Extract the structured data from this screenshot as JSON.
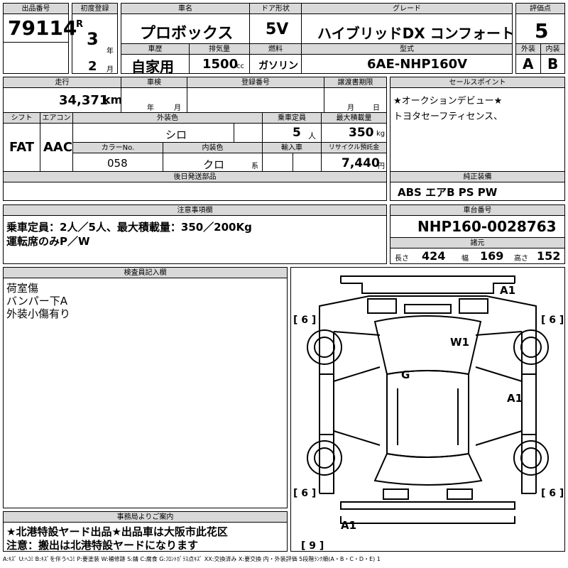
{
  "labels": {
    "lot_no": "出品番号",
    "first_reg": "初度登録",
    "car_name": "車名",
    "doors": "ドア形状",
    "grade": "グレード",
    "score": "評価点",
    "history": "車歴",
    "displacement": "排気量",
    "fuel": "燃料",
    "model_code": "型式",
    "exterior": "外装",
    "interior": "内装",
    "mileage": "走行",
    "inspection": "車検",
    "reg_no": "登録番号",
    "transfer": "譲渡書期限",
    "sales_points": "セールスポイント",
    "shift": "シフト",
    "aircon": "エアコン",
    "ext_color": "外装色",
    "capacity": "乗車定員",
    "max_load": "最大積載量",
    "color_no": "カラーNo.",
    "int_color": "内装色",
    "import": "輸入車",
    "recycle": "リサイクル預託金",
    "later_parts": "後日発送部品",
    "equipment": "純正装備",
    "notes": "注意事項欄",
    "chassis_no": "車台番号",
    "dims": "諸元",
    "length": "長さ",
    "width": "幅",
    "height": "高さ",
    "inspector": "検査員記入欄",
    "office": "事務局よりご案内",
    "year": "年",
    "month": "月",
    "km": "km",
    "cc": "cc",
    "person": "人",
    "kg": "kg",
    "yen": "円",
    "kei": "系",
    "r": "R"
  },
  "vehicle": {
    "lot_no": "79114",
    "reg_year": "3",
    "reg_month": "2",
    "car_name": "プロボックス",
    "doors": "5V",
    "grade": "ハイブリッドDX コンフォート",
    "score": "5",
    "history": "自家用",
    "displacement": "1500",
    "fuel": "ガソリン",
    "model_code": "6AE-NHP160V",
    "exterior_grade": "A",
    "interior_grade": "B",
    "mileage": "34,371",
    "shift": "FAT",
    "aircon": "AAC",
    "ext_color": "シロ",
    "capacity": "5",
    "max_load": "350",
    "color_no": "058",
    "int_color": "クロ",
    "recycle": "7,440",
    "equipment": "ABS エアB PS PW",
    "chassis_no": "NHP160-0028763",
    "length": "424",
    "width": "169",
    "height": "152"
  },
  "sales_points": [
    "★オークションデビュー★",
    "トヨタセーフティセンス、"
  ],
  "notes": [
    "乗車定員：2人／5人、最大積載量：350／200Kg",
    "運転席のみP／W"
  ],
  "inspector_notes": [
    "荷室傷",
    "バンパー下A",
    "外装小傷有り"
  ],
  "office": [
    "★北港特設ヤード出品★出品車は大阪市此花区",
    "注意：搬出は北港特設ヤードになります"
  ],
  "diagram": {
    "marks": [
      "A1",
      "W1",
      "G",
      "A1",
      "A1"
    ],
    "tires": [
      "6",
      "6",
      "6",
      "6",
      "9"
    ]
  },
  "legend": "A:ｷｽﾞ U:ﾍｺﾐ B:ｷｽﾞを伴うﾍｺﾐ P:要塗装 W:補修跡 S:錆 C:腐食 G:ﾌﾛﾝﾄｶﾞﾗｽ点ｷｽﾞ XX:交換済み X:要交換 内・外装評価 5段階ﾗﾝｸ順(A・B・C・D・E) 1"
}
